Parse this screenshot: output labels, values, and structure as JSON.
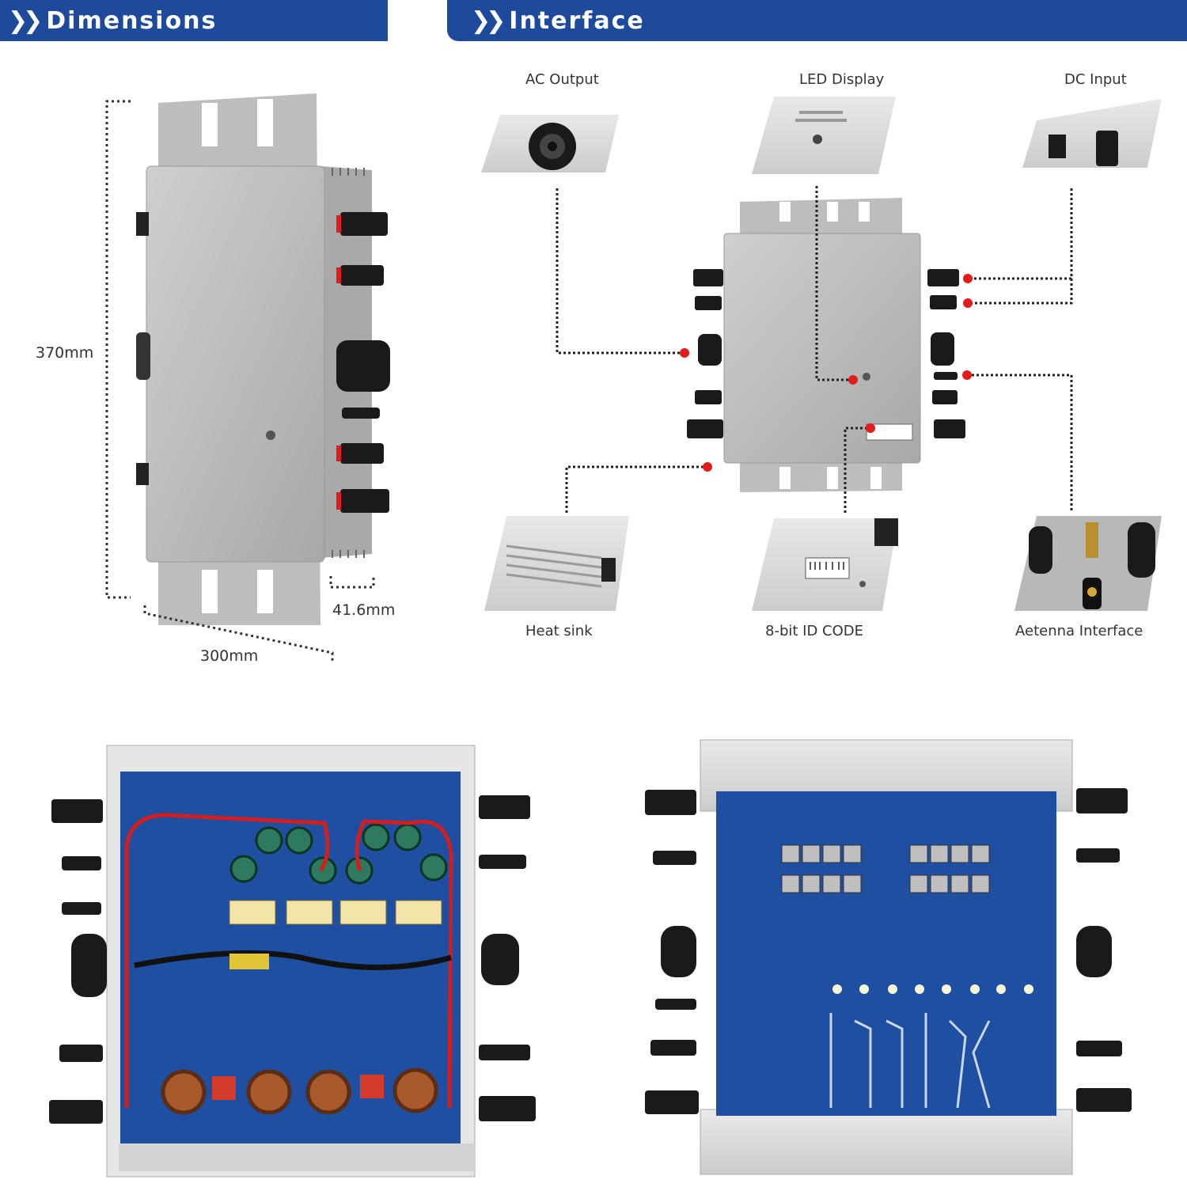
{
  "headers": {
    "dimensions": "Dimensions",
    "interface": "Interface"
  },
  "dimensions": {
    "height": "370mm",
    "width": "300mm",
    "depth": "41.6mm"
  },
  "interface": {
    "ac_output": "AC Output",
    "led_display": "LED Display",
    "dc_input": "DC Input",
    "heat_sink": "Heat sink",
    "id_code": "8-bit ID CODE",
    "antenna": "Aetenna Interface"
  },
  "colors": {
    "banner": "#1e4a9c",
    "marker": "#e31b1b",
    "pcb": "#1f4fa0",
    "casing": "#b5b5b5"
  }
}
